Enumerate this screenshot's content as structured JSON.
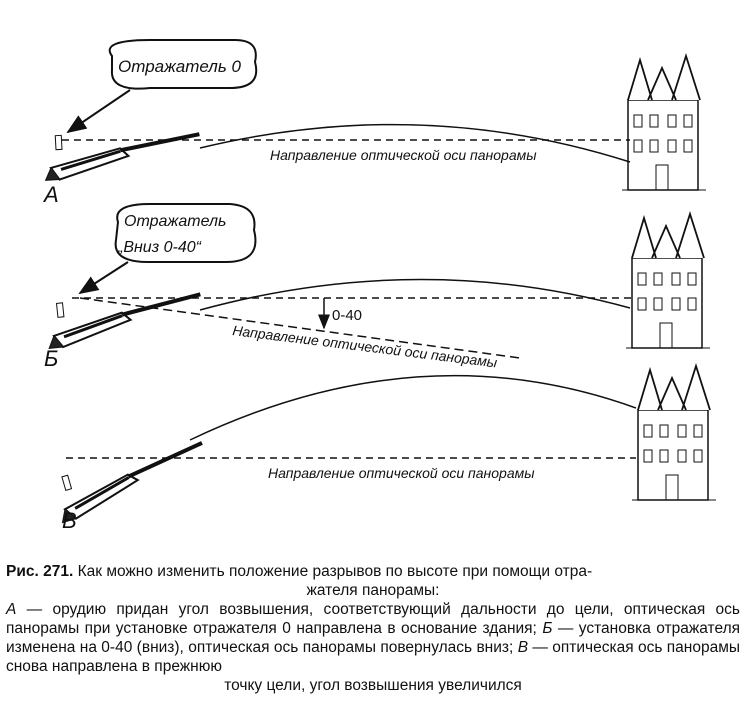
{
  "diagram": {
    "panel_a": {
      "letter": "А",
      "callout": "Отражатель 0",
      "axis_label": "Направление оптической оси панорамы"
    },
    "panel_b": {
      "letter": "Б",
      "callout_line1": "Отражатель",
      "callout_line2": "„Вниз 0-40“",
      "angle_label": "0-40",
      "axis_label": "Направление оптической оси панорамы"
    },
    "panel_c": {
      "letter": "В",
      "axis_label": "Направление оптической оси панорамы"
    }
  },
  "caption": {
    "fig_number": "Рис. 271.",
    "title_line1": "Как можно изменить положение разрывов по высоте при помощи отра-",
    "title_line2": "жателя панорамы:",
    "a_letter": "А",
    "a_text": " — орудию придан угол возвышения, соответствующий дальности до цели, оптическая ось панорамы при установке отражателя 0 направлена в основание здания;",
    "b_letter": "Б",
    "b_text": " — установка отражателя изменена на 0-40 (вниз), оптическая ось панорамы повернулась вниз;",
    "c_letter": "В",
    "c_text": " — оптическая ось панорамы снова направлена в прежнюю",
    "last_line": "точку цели, угол возвышения увеличился"
  }
}
